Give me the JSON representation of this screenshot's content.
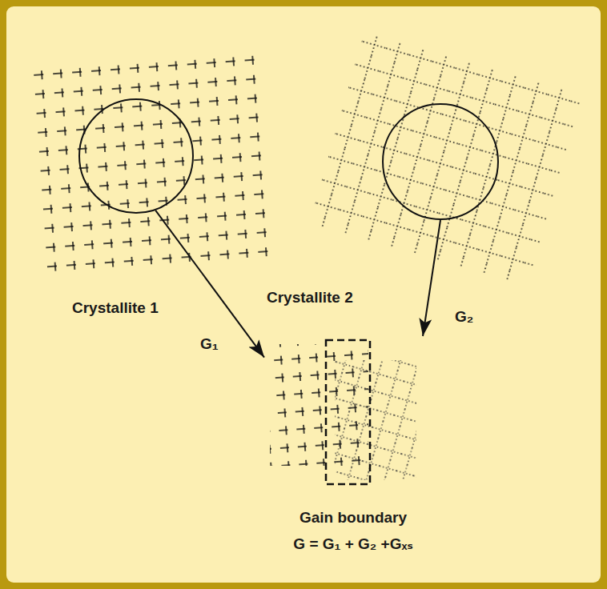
{
  "diagram": {
    "nodes": [
      {
        "text": [
          "Crystallite 1"
        ]
      },
      {
        "text": [
          "Crystallite 2"
        ]
      },
      {
        "text": [
          "Gain boundary",
          "G = G₁ + G₂ +Gₓₛ"
        ]
      }
    ],
    "edges": [
      {
        "from": 0,
        "to": 2,
        "arrow": "to",
        "label": "G₁"
      },
      {
        "from": 1,
        "to": 2,
        "arrow": "to",
        "label": "G₂"
      }
    ]
  }
}
